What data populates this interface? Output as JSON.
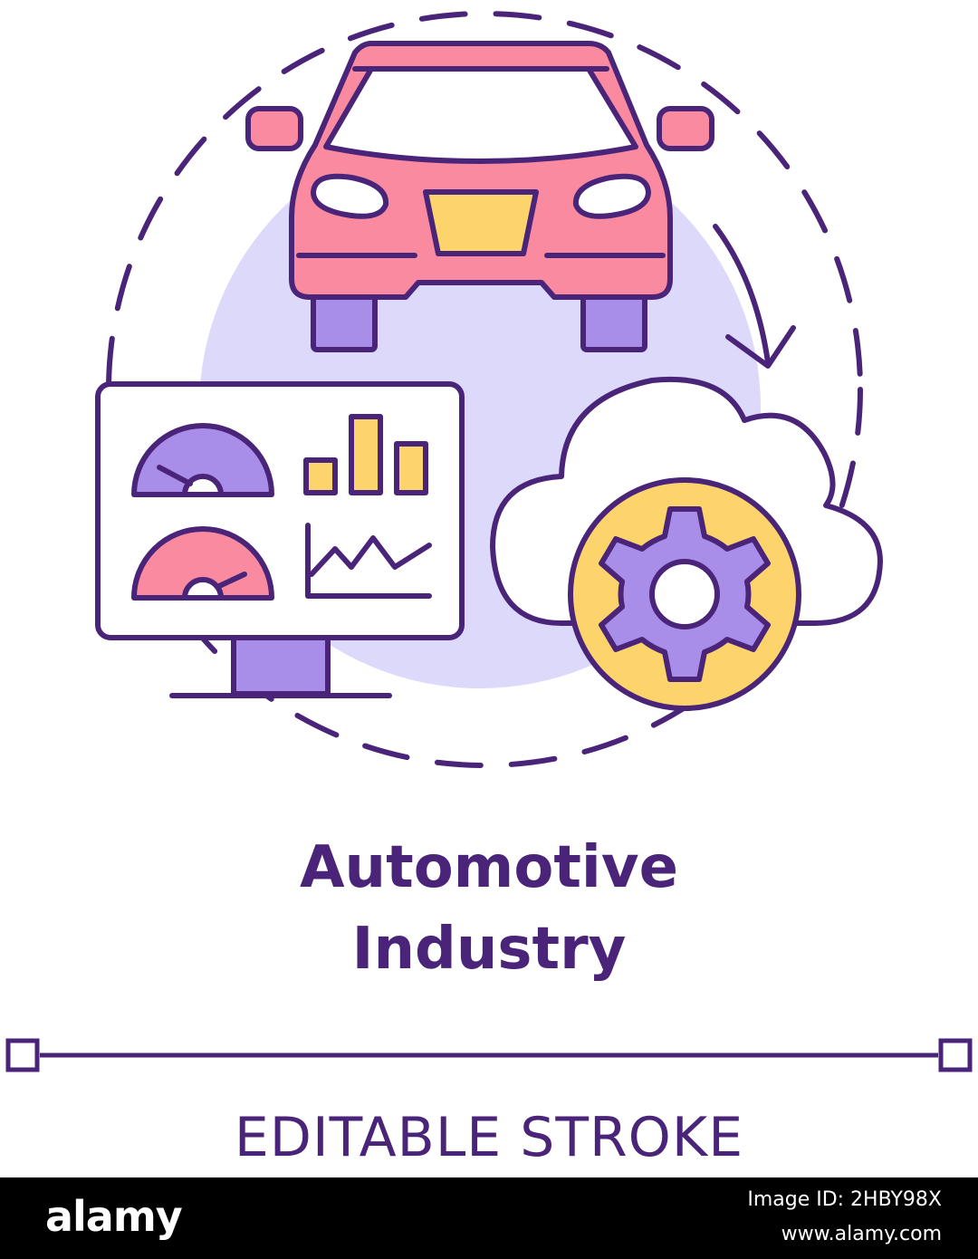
{
  "concept": {
    "title_line1": "Automotive",
    "title_line2": "Industry",
    "caption": "EDITABLE STROKE"
  },
  "icons": [
    "car-icon",
    "dashboard-monitor-icon",
    "gauge-icon",
    "bar-chart-icon",
    "line-chart-icon",
    "cloud-icon",
    "gear-icon",
    "cycle-arrow-icon"
  ],
  "colors": {
    "outline": "#4a2478",
    "car_body": "#f98aa0",
    "accent_yellow": "#fdd36b",
    "lavender": "#ddd9fa",
    "purple_fill": "#a98ee9"
  },
  "footer": {
    "logo": "alamy",
    "image_id": "Image ID: 2HBY98X",
    "site": "www.alamy.com"
  }
}
